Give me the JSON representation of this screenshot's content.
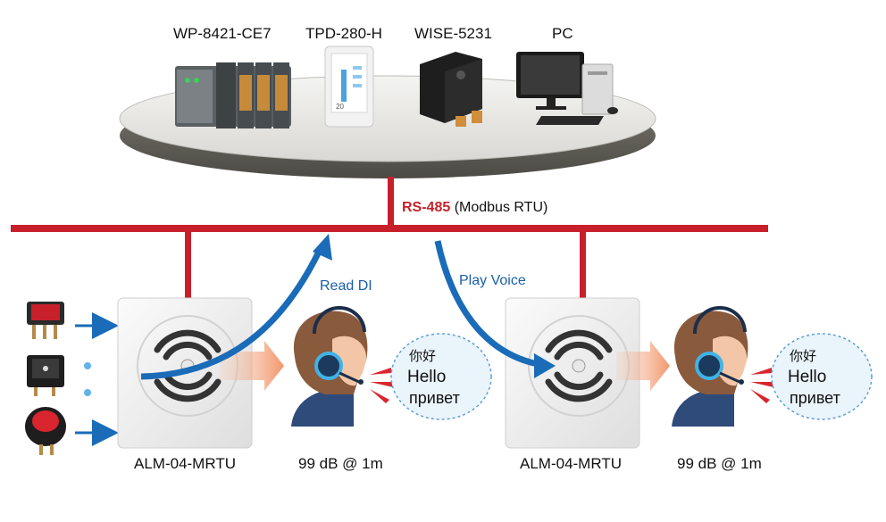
{
  "devices": [
    {
      "label": "WP-8421-CE7",
      "icon": "plc-controller-icon"
    },
    {
      "label": "TPD-280-H",
      "icon": "touch-panel-icon"
    },
    {
      "label": "WISE-5231",
      "icon": "iot-controller-icon"
    },
    {
      "label": "PC",
      "icon": "desktop-pc-icon"
    }
  ],
  "bus": {
    "name": "RS-485",
    "protocol": "(Modbus RTU)",
    "color": "#c8202a"
  },
  "flows": {
    "read": "Read DI",
    "play": "Play Voice"
  },
  "units": [
    {
      "model": "ALM-04-MRTU",
      "spl": "99 dB @ 1m",
      "speech": {
        "line1": "你好",
        "line2": "Hello",
        "line3": "привет"
      }
    },
    {
      "model": "ALM-04-MRTU",
      "spl": "99 dB @ 1m",
      "speech": {
        "line1": "你好",
        "line2": "Hello",
        "line3": "привет"
      }
    }
  ],
  "inputs": [
    "rocker-switch-red-icon",
    "rocker-switch-black-icon",
    "round-rocker-switch-red-icon"
  ],
  "colors": {
    "arrow": "#1a6bb8",
    "bus": "#c8202a"
  }
}
